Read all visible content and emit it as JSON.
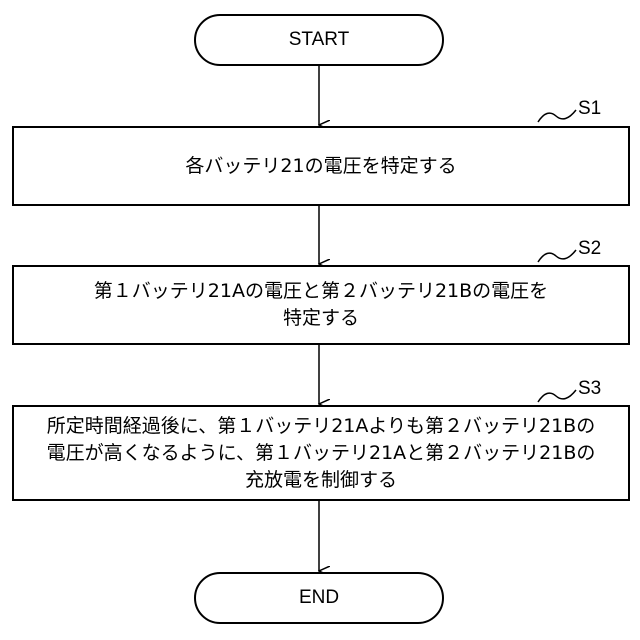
{
  "flowchart": {
    "start": {
      "label": "START"
    },
    "steps": [
      {
        "id": "S1",
        "lines": [
          "各バッテリ21の電圧を特定する"
        ]
      },
      {
        "id": "S2",
        "lines": [
          "第１バッテリ21Aの電圧と第２バッテリ21Bの電圧を",
          "特定する"
        ]
      },
      {
        "id": "S3",
        "lines": [
          "所定時間経過後に、第１バッテリ21Aよりも第２バッテリ21Bの",
          "電圧が高くなるように、第１バッテリ21Aと第２バッテリ21Bの",
          "充放電を制御する"
        ]
      }
    ],
    "end": {
      "label": "END"
    }
  }
}
